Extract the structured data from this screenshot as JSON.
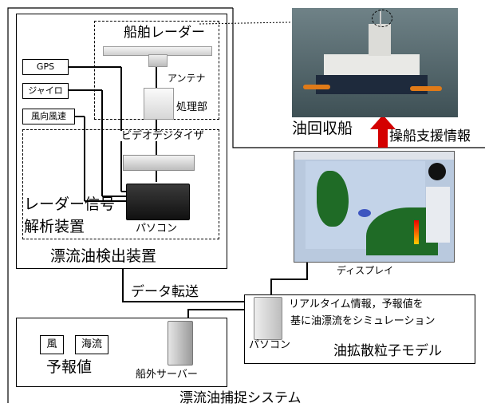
{
  "labels": {
    "ship_radar": "船舶レーダー",
    "antenna": "アンテナ",
    "processor": "処理部",
    "sensor_gps": "GPS",
    "sensor_gyro": "ジャイロ",
    "sensor_wind": "風向風速",
    "video_digitizer": "ビデオデジタイザ",
    "radar_analysis_line1": "レーダー信号",
    "radar_analysis_line2": "解析装置",
    "pc_radar": "パソコン",
    "detector": "漂流油検出装置",
    "oil_ship": "油回収船",
    "nav_support": "操船支援情報",
    "display": "ディスプレイ",
    "data_transfer": "データ転送",
    "realtime_line1": "リアルタイム情報，予報値を",
    "realtime_line2": "基に油漂流をシミュレーション",
    "pc_model": "パソコン",
    "model": "油拡散粒子モデル",
    "wind": "風",
    "current": "海流",
    "forecast": "予報値",
    "server": "船外サーバー",
    "system": "漂流油捕捉システム"
  },
  "colors": {
    "arrow_red": "#d40000",
    "sea": "#4a5d63",
    "display_bg": "#b9c9de",
    "land": "#1f6b26"
  }
}
